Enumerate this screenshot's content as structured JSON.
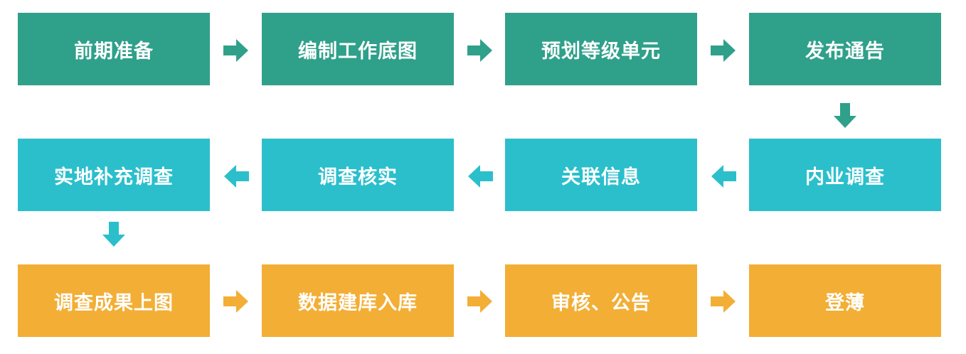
{
  "colors": {
    "row1": "#2fa08a",
    "row2": "#2bbfcc",
    "row3": "#f3ae35"
  },
  "steps": [
    {
      "label": "前期准备"
    },
    {
      "label": "编制工作底图"
    },
    {
      "label": "预划等级单元"
    },
    {
      "label": "发布通告"
    },
    {
      "label": "内业调查"
    },
    {
      "label": "关联信息"
    },
    {
      "label": "调查核实"
    },
    {
      "label": "实地补充调查"
    },
    {
      "label": "调查成果上图"
    },
    {
      "label": "数据建库入库"
    },
    {
      "label": "审核、公告"
    },
    {
      "label": "登薄"
    }
  ],
  "arrows": [
    {
      "direction": "right",
      "row": "row1"
    },
    {
      "direction": "right",
      "row": "row1"
    },
    {
      "direction": "right",
      "row": "row1"
    },
    {
      "direction": "down",
      "row": "row1"
    },
    {
      "direction": "left",
      "row": "row2"
    },
    {
      "direction": "left",
      "row": "row2"
    },
    {
      "direction": "left",
      "row": "row2"
    },
    {
      "direction": "down",
      "row": "row2"
    },
    {
      "direction": "right",
      "row": "row3"
    },
    {
      "direction": "right",
      "row": "row3"
    },
    {
      "direction": "right",
      "row": "row3"
    }
  ]
}
